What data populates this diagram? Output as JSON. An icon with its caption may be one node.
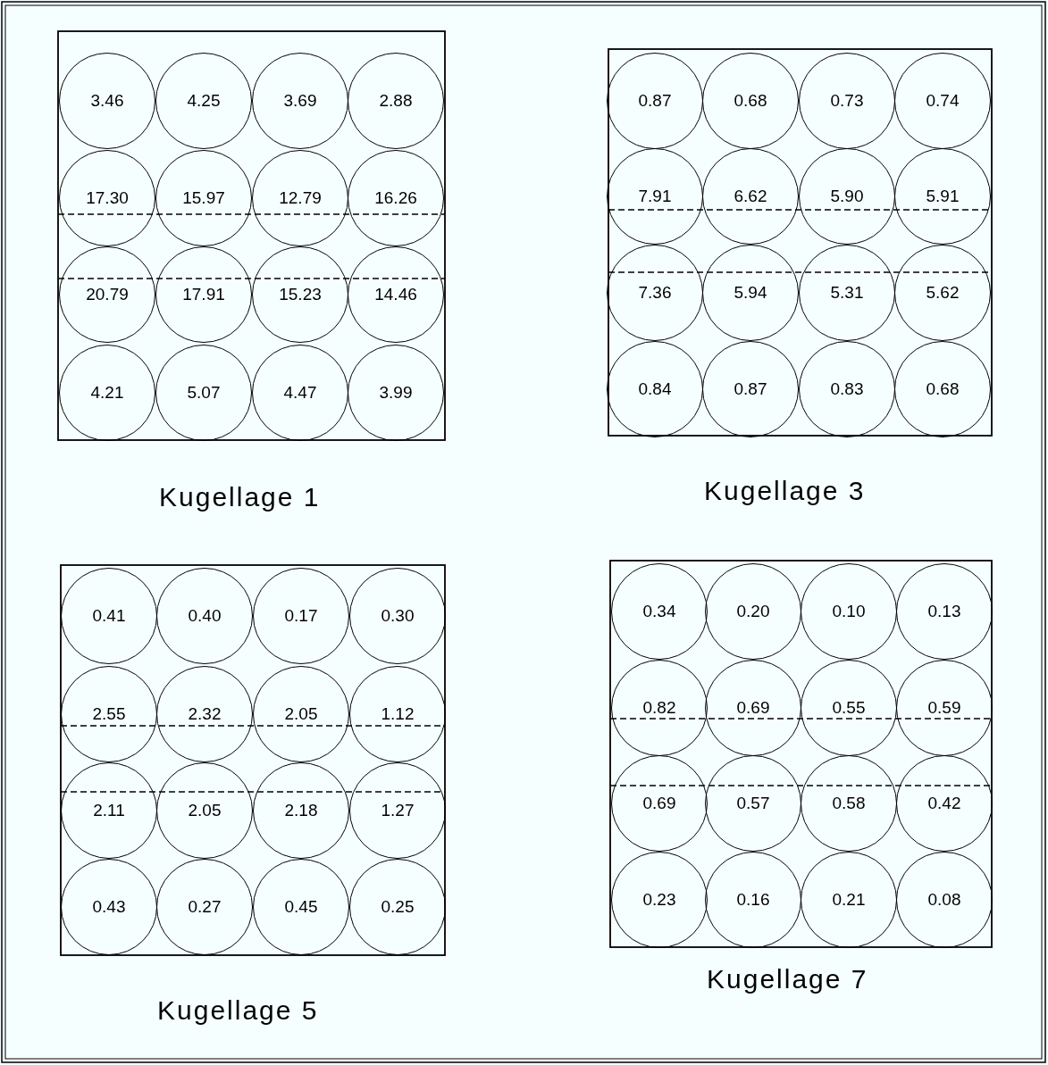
{
  "diagram": {
    "nodes": [
      {
        "text": [
          "Kugellage 1"
        ]
      },
      {
        "text": [
          "3.46"
        ],
        "in": 0
      },
      {
        "text": [
          "4.25"
        ],
        "in": 0
      },
      {
        "text": [
          "3.69"
        ],
        "in": 0
      },
      {
        "text": [
          "2.88"
        ],
        "in": 0
      },
      {
        "text": [
          "17.30"
        ],
        "in": 0
      },
      {
        "text": [
          "15.97"
        ],
        "in": 0
      },
      {
        "text": [
          "12.79"
        ],
        "in": 0
      },
      {
        "text": [
          "16.26"
        ],
        "in": 0
      },
      {
        "text": [
          "20.79"
        ],
        "in": 0
      },
      {
        "text": [
          "17.91"
        ],
        "in": 0
      },
      {
        "text": [
          "15.23"
        ],
        "in": 0
      },
      {
        "text": [
          "14.46"
        ],
        "in": 0
      },
      {
        "text": [
          "4.21"
        ],
        "in": 0
      },
      {
        "text": [
          "5.07"
        ],
        "in": 0
      },
      {
        "text": [
          "4.47"
        ],
        "in": 0
      },
      {
        "text": [
          "3.99"
        ],
        "in": 0
      },
      {
        "text": [
          "Kugellage 3"
        ]
      },
      {
        "text": [
          "0.87"
        ],
        "in": 17
      },
      {
        "text": [
          "0.68"
        ],
        "in": 17
      },
      {
        "text": [
          "0.73"
        ],
        "in": 17
      },
      {
        "text": [
          "0.74"
        ],
        "in": 17
      },
      {
        "text": [
          "7.91"
        ],
        "in": 17
      },
      {
        "text": [
          "6.62"
        ],
        "in": 17
      },
      {
        "text": [
          "5.90"
        ],
        "in": 17
      },
      {
        "text": [
          "5.91"
        ],
        "in": 17
      },
      {
        "text": [
          "7.36"
        ],
        "in": 17
      },
      {
        "text": [
          "5.94"
        ],
        "in": 17
      },
      {
        "text": [
          "5.31"
        ],
        "in": 17
      },
      {
        "text": [
          "5.62"
        ],
        "in": 17
      },
      {
        "text": [
          "0.84"
        ],
        "in": 17
      },
      {
        "text": [
          "0.87"
        ],
        "in": 17
      },
      {
        "text": [
          "0.83"
        ],
        "in": 17
      },
      {
        "text": [
          "0.68"
        ],
        "in": 17
      },
      {
        "text": [
          "Kugellage 5"
        ]
      },
      {
        "text": [
          "0.41"
        ],
        "in": 34
      },
      {
        "text": [
          "0.40"
        ],
        "in": 34
      },
      {
        "text": [
          "0.17"
        ],
        "in": 34
      },
      {
        "text": [
          "0.30"
        ],
        "in": 34
      },
      {
        "text": [
          "2.55"
        ],
        "in": 34
      },
      {
        "text": [
          "2.32"
        ],
        "in": 34
      },
      {
        "text": [
          "2.05"
        ],
        "in": 34
      },
      {
        "text": [
          "1.12"
        ],
        "in": 34
      },
      {
        "text": [
          "2.11"
        ],
        "in": 34
      },
      {
        "text": [
          "2.05"
        ],
        "in": 34
      },
      {
        "text": [
          "2.18"
        ],
        "in": 34
      },
      {
        "text": [
          "1.27"
        ],
        "in": 34
      },
      {
        "text": [
          "0.43"
        ],
        "in": 34
      },
      {
        "text": [
          "0.27"
        ],
        "in": 34
      },
      {
        "text": [
          "0.45"
        ],
        "in": 34
      },
      {
        "text": [
          "0.25"
        ],
        "in": 34
      },
      {
        "text": [
          "Kugellage 7"
        ]
      },
      {
        "text": [
          "0.34"
        ],
        "in": 51
      },
      {
        "text": [
          "0.20"
        ],
        "in": 51
      },
      {
        "text": [
          "0.10"
        ],
        "in": 51
      },
      {
        "text": [
          "0.13"
        ],
        "in": 51
      },
      {
        "text": [
          "0.82"
        ],
        "in": 51
      },
      {
        "text": [
          "0.69"
        ],
        "in": 51
      },
      {
        "text": [
          "0.55"
        ],
        "in": 51
      },
      {
        "text": [
          "0.59"
        ],
        "in": 51
      },
      {
        "text": [
          "0.69"
        ],
        "in": 51
      },
      {
        "text": [
          "0.57"
        ],
        "in": 51
      },
      {
        "text": [
          "0.58"
        ],
        "in": 51
      },
      {
        "text": [
          "0.42"
        ],
        "in": 51
      },
      {
        "text": [
          "0.23"
        ],
        "in": 51
      },
      {
        "text": [
          "0.16"
        ],
        "in": 51
      },
      {
        "text": [
          "0.21"
        ],
        "in": 51
      },
      {
        "text": [
          "0.08"
        ],
        "in": 51
      }
    ]
  }
}
